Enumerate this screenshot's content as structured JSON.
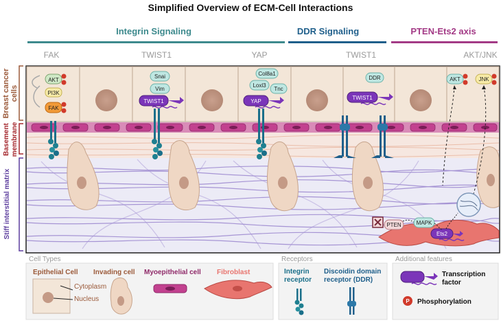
{
  "title": "Simplified Overview of ECM-Cell Interactions",
  "sections": {
    "integrin": "Integrin Signaling",
    "ddr": "DDR Signaling",
    "pten": "PTEN-Ets2 axis"
  },
  "columns": [
    "FAK",
    "TWIST1",
    "YAP",
    "TWIST1",
    "AKT/JNK"
  ],
  "side_labels": {
    "breast": [
      "Breast cancer",
      "cells"
    ],
    "basement": [
      "Basement",
      "membrane"
    ],
    "stiff": "Stiff interstitial matrix"
  },
  "cell_labels": {
    "akt": "AKT",
    "pi3k": "PI3K",
    "fak": "FAK",
    "snai": "Snai",
    "vim": "Vim",
    "twist1": "TWIST1",
    "col8a1": "Col8a1",
    "loxl3": "Loxl3",
    "tnc": "Tnc",
    "yap": "YAP",
    "ddr": "DDR",
    "twist1b": "TWIST1",
    "akt2": "AKT",
    "jnk": "JNK",
    "pten": "PTEN",
    "mapk": "MAPK",
    "ets2": "Ets2"
  },
  "legend": {
    "cell_types": {
      "header": "Cell Types",
      "epithelial": "Epithelial Cell",
      "cytoplasm": "Cytoplasm",
      "nucleus": "Nucleus",
      "invading": "Invading cell",
      "myoepithelial": "Myoepithelial cell",
      "fibroblast": "Fibroblast"
    },
    "receptors": {
      "header": "Receptors",
      "integrin": [
        "Integrin",
        "receptor"
      ],
      "ddr": [
        "Discoidin domain",
        "receptor (DDR)"
      ]
    },
    "additional": {
      "header": "Additional features",
      "tf": [
        "Transcription",
        "factor"
      ],
      "p_symbol": "P",
      "phos": "Phosphorylation"
    }
  },
  "colors": {
    "integrin": "#3d8a8d",
    "ddr": "#1f5f8b",
    "pten": "#a33a86",
    "epithelial": "#f3e6d8",
    "myoepithelial": "#c2418f",
    "fibroblast": "#e8756f",
    "tf": "#7b35b9",
    "receptor": "#1a6f8a",
    "brown": "#9b5a3a"
  }
}
